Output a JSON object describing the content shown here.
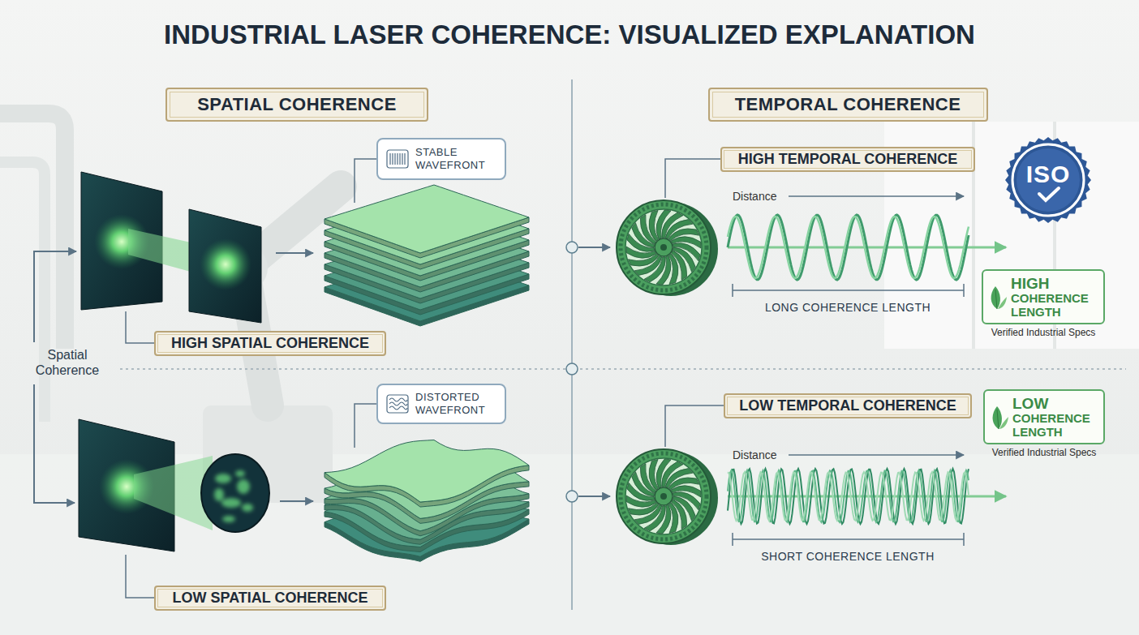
{
  "diagram": {
    "title": "INDUSTRIAL LASER COHERENCE: VISUALIZED EXPLANATION",
    "nodes": [
      {
        "text": [
          "SPATIAL COHERENCE"
        ]
      },
      {
        "text": [
          "TEMPORAL COHERENCE"
        ]
      },
      {
        "text": [
          "STABLE WAVEFRONT"
        ]
      },
      {
        "text": [
          "HIGH TEMPORAL COHERENCE"
        ]
      },
      {
        "text": [
          "ISO"
        ]
      },
      {
        "text": [
          "HIGH COHERENCE LENGTH",
          "Verified Industrial Specs"
        ]
      },
      {
        "text": [
          "HIGH SPATIAL COHERENCE"
        ]
      },
      {
        "text": [
          "DISTORTED WAVEFRONT"
        ]
      },
      {
        "text": [
          "LOW TEMPORAL COHERENCE"
        ]
      },
      {
        "text": [
          "LOW COHERENCE LENGTH",
          "Verified Industrial Specs"
        ]
      },
      {
        "text": [
          "LOW SPATIAL COHERENCE"
        ]
      }
    ],
    "labels": [
      "Spatial Coherence",
      "Distance",
      "LONG COHERENCE LENGTH",
      "Distance",
      "SHORT COHERENCE LENGTH"
    ]
  }
}
